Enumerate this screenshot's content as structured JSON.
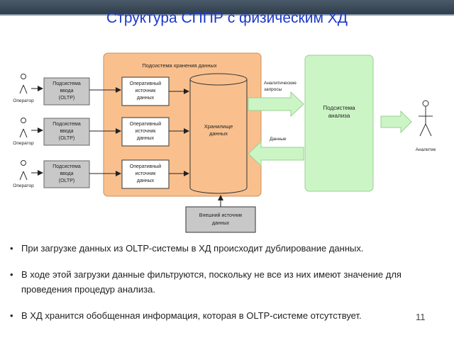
{
  "title": "Структура СППР с физическим ХД",
  "diagram": {
    "storage_subsystem": "Подсистема хранения данных",
    "input_subsystem": [
      "Подсистема",
      "ввода",
      "(OLTP)"
    ],
    "operational_source": [
      "Оперативный",
      "источник",
      "данных"
    ],
    "warehouse": [
      "Хранилище",
      "данных"
    ],
    "analysis_subsystem": [
      "Подсистема",
      "анализа"
    ],
    "analytic_query": [
      "Аналитические",
      "запросы"
    ],
    "data_label": "Данные",
    "external_source": [
      "Внешний источник",
      "данных"
    ],
    "operator": "Оператор",
    "analyst": "Аналитик"
  },
  "bullets": [
    "При загрузке данных из OLTP-системы в ХД происходит дублирование данных.",
    "В ходе этой загрузки данные фильтруются, поскольку не все из них имеют значение для проведения процедур анализа.",
    "В ХД хранится обобщенная информация, которая в OLTP-системе отсутствует."
  ],
  "page_number": "11",
  "colors": {
    "storage_fill": "#f9c08e",
    "analysis_fill": "#ccf5c6",
    "box_fill": "#c8c8c8",
    "title": "#1d39c8"
  }
}
